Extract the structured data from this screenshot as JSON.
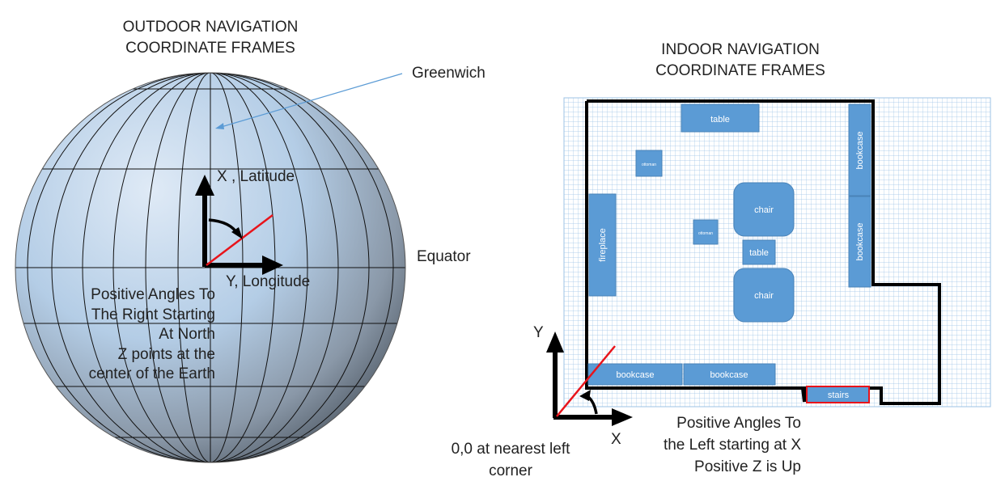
{
  "outdoor": {
    "title_line1": "OUTDOOR NAVIGATION",
    "title_line2": "COORDINATE FRAMES",
    "greenwich_label": "Greenwich",
    "x_axis_label": "X , Latitude",
    "y_axis_label": "Y, Longitude",
    "equator_label": "Equator",
    "note_lines": [
      "Positive Angles To",
      "The Right Starting",
      "At North",
      "Z points at the",
      "center of the Earth"
    ]
  },
  "indoor": {
    "title_line1": "INDOOR NAVIGATION",
    "title_line2": "COORDINATE FRAMES",
    "y_axis_label": "Y",
    "x_axis_label": "X",
    "origin_label_line1": "0,0 at nearest left",
    "origin_label_line2": "corner",
    "note_lines": [
      "Positive Angles To",
      "the Left starting at X",
      "Positive Z is Up"
    ],
    "furniture": {
      "table_top": "table",
      "bookcase_right_top": "bookcase",
      "bookcase_right_bottom": "bookcase",
      "ottoman_left": "ottoman",
      "ottoman_center": "ottoman",
      "chair_top": "chair",
      "chair_bottom": "chair",
      "table_center": "table",
      "fireplace": "fireplace",
      "bookcase_bottom_left": "bookcase",
      "bookcase_bottom_right": "bookcase",
      "stairs": "stairs"
    }
  },
  "colors": {
    "axis": "#000000",
    "angle_ray": "#e8141b",
    "furniture_fill": "#5b9bd5",
    "furniture_stroke": "#4a83b8",
    "grid": "#9cc3e6",
    "stairs_outline": "#e8141b",
    "pointer_line": "#5b9bd5"
  }
}
